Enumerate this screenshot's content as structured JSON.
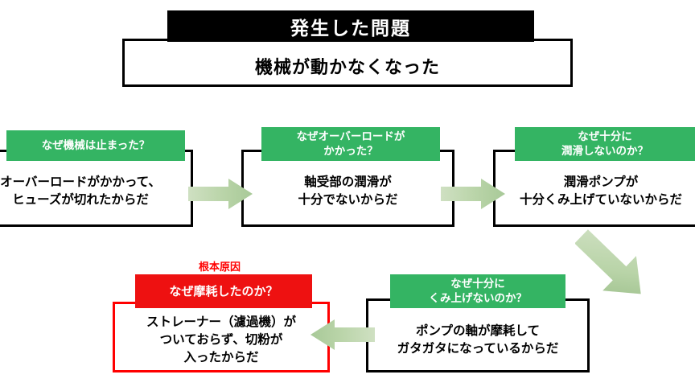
{
  "diagram": {
    "type": "5-why-root-cause-analysis",
    "colors": {
      "header_green": "#34b463",
      "header_red": "#ee1111",
      "arrow_green": "#b9d4a8",
      "box_border_black": "#000000",
      "root_border_red": "#ff0000",
      "banner_black": "#000000"
    }
  },
  "problem": {
    "banner_label": "発生した問題",
    "statement": "機械が動かなくなった"
  },
  "root_tag_label": "根本原因",
  "steps": [
    {
      "id": "why-1",
      "question": "なぜ機械は止まった？",
      "answer_lines": [
        "オーバーロードがかかって、",
        "ヒューズが切れたからだ"
      ],
      "is_root": false
    },
    {
      "id": "why-2",
      "question_lines": [
        "なぜオーバーロードが",
        "かかった？"
      ],
      "answer_lines": [
        "軸受部の潤滑が",
        "十分でないからだ"
      ],
      "is_root": false
    },
    {
      "id": "why-3",
      "question_lines": [
        "なぜ十分に",
        "潤滑しないのか？"
      ],
      "answer_lines": [
        "潤滑ポンプが",
        "十分くみ上げていないからだ"
      ],
      "is_root": false
    },
    {
      "id": "why-4",
      "question_lines": [
        "なぜ十分に",
        "くみ上げないのか？"
      ],
      "answer_lines": [
        "ポンプの軸が摩耗して",
        "ガタガタになっているからだ"
      ],
      "is_root": false
    },
    {
      "id": "why-5",
      "question": "なぜ摩耗したのか？",
      "answer_lines": [
        "ストレーナー（濾過機）が",
        "ついておらず、切粉が",
        "入ったからだ"
      ],
      "is_root": true
    }
  ],
  "connectors": [
    {
      "id": "arrow-1-to-2",
      "direction": "right",
      "icon": "arrow-right-icon"
    },
    {
      "id": "arrow-2-to-3",
      "direction": "right",
      "icon": "arrow-right-icon"
    },
    {
      "id": "arrow-3-to-4",
      "direction": "down-left",
      "icon": "arrow-diagonal-icon"
    },
    {
      "id": "arrow-4-to-5",
      "direction": "left",
      "icon": "arrow-left-icon"
    }
  ]
}
